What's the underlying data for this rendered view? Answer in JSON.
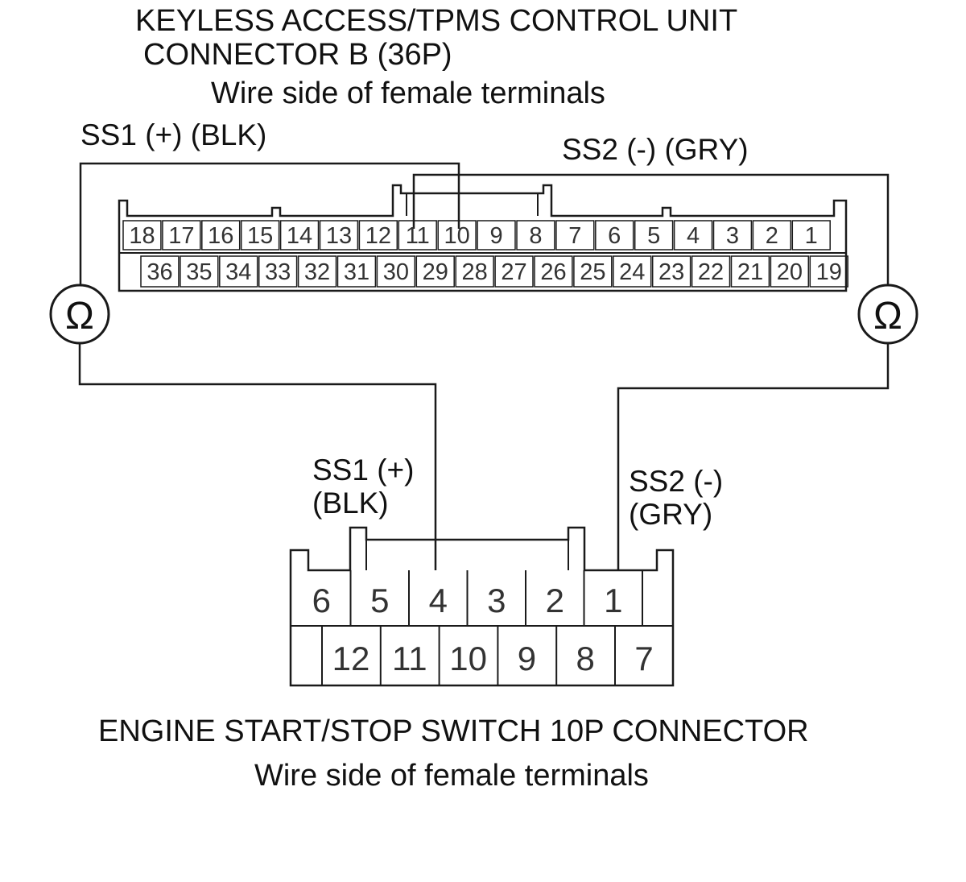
{
  "top_connector": {
    "title_line1": "KEYLESS ACCESS/TPMS CONTROL UNIT",
    "title_line2": "CONNECTOR B (36P)",
    "subtitle": "Wire side of female terminals",
    "row1": [
      "18",
      "17",
      "16",
      "15",
      "14",
      "13",
      "12",
      "11",
      "10",
      "9",
      "8",
      "7",
      "6",
      "5",
      "4",
      "3",
      "2",
      "1"
    ],
    "row2": [
      "36",
      "35",
      "34",
      "33",
      "32",
      "31",
      "30",
      "29",
      "28",
      "27",
      "26",
      "25",
      "24",
      "23",
      "22",
      "21",
      "20",
      "19"
    ]
  },
  "wires": {
    "ss1_top_label": "SS1 (+) (BLK)",
    "ss2_top_label": "SS2 (-) (GRY)",
    "ss1_bottom_line1": "SS1 (+)",
    "ss1_bottom_line2": "(BLK)",
    "ss2_bottom_line1": "SS2 (-)",
    "ss2_bottom_line2": "(GRY)"
  },
  "meters": {
    "left_symbol": "Ω",
    "right_symbol": "Ω"
  },
  "bottom_connector": {
    "title": "ENGINE START/STOP SWITCH 10P CONNECTOR",
    "subtitle": "Wire side of female terminals",
    "row1": [
      "6",
      "5",
      "4",
      "3",
      "2",
      "1"
    ],
    "row2": [
      "12",
      "11",
      "10",
      "9",
      "8",
      "7"
    ]
  }
}
